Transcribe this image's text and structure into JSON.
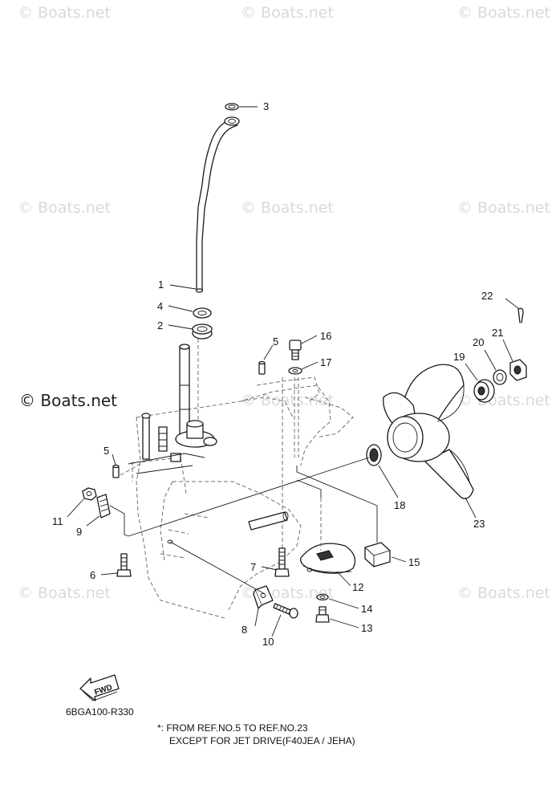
{
  "watermark": {
    "text": "© Boats.net"
  },
  "callouts": [
    "1",
    "2",
    "3",
    "4",
    "5",
    "5",
    "6",
    "7",
    "8",
    "9",
    "10",
    "11",
    "12",
    "13",
    "14",
    "15",
    "16",
    "17",
    "18",
    "19",
    "20",
    "21",
    "22",
    "23"
  ],
  "fwd_label": "FWD",
  "drawing_code": "6BGA100-R330",
  "notes": {
    "line1": "*: FROM REF.NO.5 TO REF.NO.23",
    "line2": "EXCEPT FOR JET DRIVE(F40JEA / JEHA)"
  }
}
